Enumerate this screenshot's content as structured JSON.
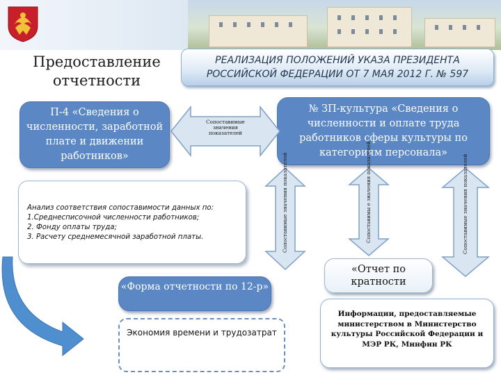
{
  "title": "Предоставление отчетности",
  "banner": {
    "line1": "РЕАЛИЗАЦИЯ ПОЛОЖЕНИЙ УКАЗА ПРЕЗИДЕНТА",
    "line2": "РОССИЙСКОЙ ФЕДЕРАЦИИ ОТ 7 МАЯ 2012 Г. № 597"
  },
  "box_p4": {
    "text": "П-4 «Сведения о численности, заработной плате и движении работников»"
  },
  "box_zp": {
    "text": "№ ЗП-культура «Сведения о численности и оплате труда работников сферы культуры по категориям персонала»"
  },
  "arrow_labels": {
    "horizontal": "Сопоставимые значения показателей",
    "vertical_left": "Сопоставимые значения показателей",
    "vertical_mid": "Сопоставимы е значения показателей",
    "vertical_right": "Сопоставимые значения показателей"
  },
  "analysis": {
    "intro": "Анализ соответствия сопоставимости данных по:",
    "items": [
      "1.Среднесписочной численности работников;",
      "2. Фонду оплаты труда;",
      "3. Расчету среднемесячной заработной платы."
    ]
  },
  "form_box": {
    "text": "«Форма отчетности по 12-р»"
  },
  "economy": {
    "text": "Экономия времени и трудозатрат"
  },
  "report": {
    "text": "«Отчет по кратности"
  },
  "info": {
    "text": "Информации, предоставляемые министерством в Министерство культуры Российской Федерации и МЭР РК, Минфин РК"
  },
  "colors": {
    "box_blue": "#5b87c5",
    "arrow_fill": "#d9e6f2",
    "arrow_stroke": "#7f9fc4"
  }
}
